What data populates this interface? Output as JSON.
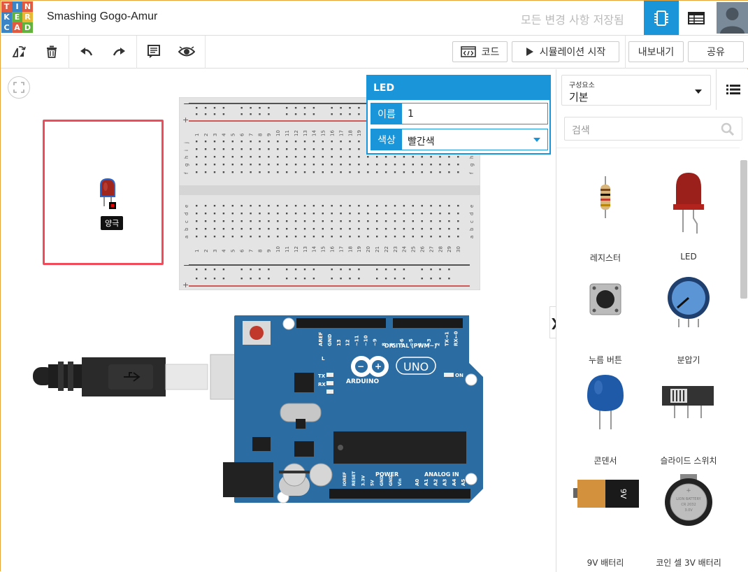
{
  "app": {
    "logo_letters": [
      "T",
      "I",
      "N",
      "K",
      "E",
      "R",
      "C",
      "A",
      "D"
    ],
    "logo_colors": [
      "#e25a3f",
      "#3b84c5",
      "#e25a3f",
      "#3b84c5",
      "#62b23d",
      "#e8b734",
      "#3b84c5",
      "#e25a3f",
      "#62b23d"
    ],
    "project_title": "Smashing Gogo-Amur",
    "save_status": "모든 변경 사항 저장됨",
    "accent_color": "#1a95d9"
  },
  "toolbar": {
    "code_label": "코드",
    "simulate_label": "시뮬레이션 시작",
    "export_label": "내보내기",
    "share_label": "공유"
  },
  "canvas": {
    "tooltip": "양극"
  },
  "led_panel": {
    "title": "LED",
    "name_label": "이름",
    "name_value": "1",
    "color_label": "색상",
    "color_value": "빨간색"
  },
  "sidebar": {
    "category_caption": "구성요소",
    "category_value": "기본",
    "search_placeholder": "검색",
    "parts": [
      {
        "label": "레지스터",
        "icon": "resistor-icon"
      },
      {
        "label": "LED",
        "icon": "led-icon"
      },
      {
        "label": "누름 버튼",
        "icon": "pushbutton-icon"
      },
      {
        "label": "분압기",
        "icon": "potentiometer-icon"
      },
      {
        "label": "콘덴서",
        "icon": "capacitor-icon"
      },
      {
        "label": "슬라이드 스위치",
        "icon": "slide-switch-icon"
      },
      {
        "label": "9V 배터리",
        "icon": "9v-battery-icon"
      },
      {
        "label": "코인 셀 3V 배터리",
        "icon": "coin-cell-icon"
      }
    ],
    "battery_label": "9V",
    "coin_cell_text": [
      "+",
      "LION BATTERY",
      "CR 2032",
      "3.0V"
    ]
  },
  "arduino": {
    "brand": "ARDUINO",
    "model": "UNO",
    "digital_label": "DIGITAL (PWM~)",
    "power_label": "POWER",
    "analog_label": "ANALOG IN",
    "on_label": "ON",
    "tx_label": "TX",
    "rx_label": "RX",
    "l_label": "L",
    "digital_pins": [
      "AREF",
      "GND",
      "13",
      "12",
      "~11",
      "~10",
      "~9",
      "8",
      "7",
      "~6",
      "~5",
      "4",
      "~3",
      "2",
      "TX→1",
      "RX←0"
    ],
    "power_pins": [
      "IOREF",
      "RESET",
      "3.3V",
      "5V",
      "GND",
      "GND",
      "Vin"
    ],
    "analog_pins": [
      "A0",
      "A1",
      "A2",
      "A3",
      "A4",
      "A5"
    ]
  },
  "breadboard": {
    "columns": 30,
    "rows_top": [
      "j",
      "i",
      "h",
      "g",
      "f"
    ],
    "rows_bottom": [
      "e",
      "d",
      "c",
      "b",
      "a"
    ]
  }
}
